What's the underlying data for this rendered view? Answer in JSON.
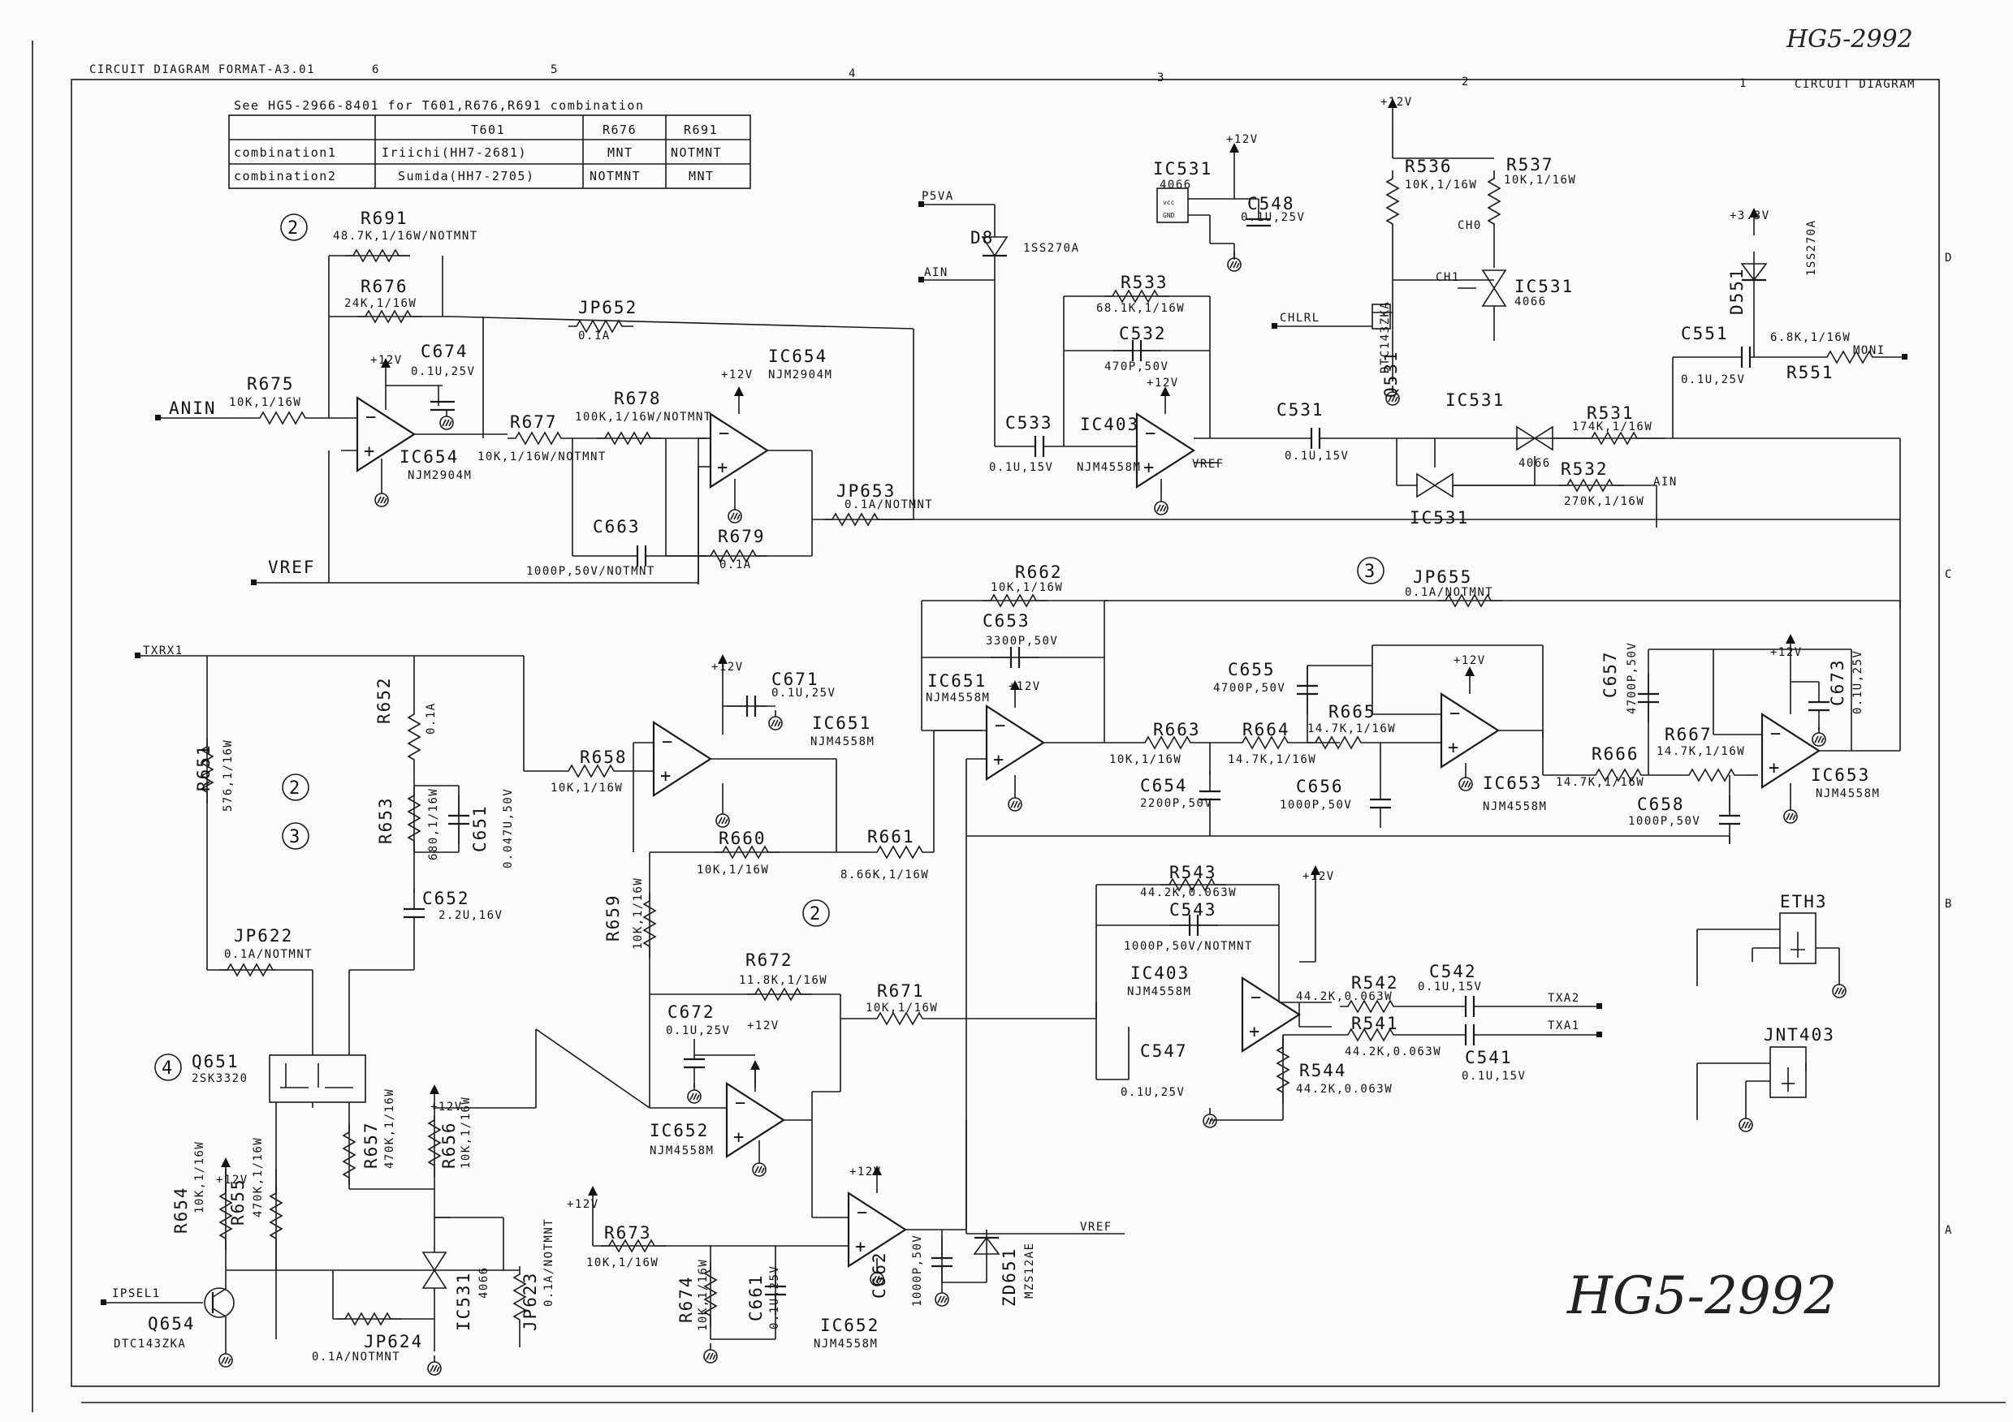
{
  "document": {
    "id_top": "HG5-2992",
    "id_bottom": "HG5-2992",
    "format_label": "CIRCUIT DIAGRAM FORMAT-A3.01",
    "title_right": "CIRCUIT DIAGRAM",
    "col_numbers": [
      "6",
      "5",
      "4",
      "3",
      "2",
      "1"
    ],
    "row_letters": [
      "D",
      "C",
      "B",
      "A"
    ]
  },
  "note": {
    "text": "See HG5-2966-8401 for T601,R676,R691 combination",
    "headers": [
      "",
      "T601",
      "R676",
      "R691"
    ],
    "rows": [
      [
        "combination1",
        "Iriichi(HH7-2681)",
        "MNT",
        "NOTMNT"
      ],
      [
        "combination2",
        "Sumida(HH7-2705)",
        "NOTMNT",
        "MNT"
      ]
    ]
  },
  "sections": [
    "2",
    "2",
    "3",
    "2",
    "3",
    "4"
  ],
  "nets": {
    "anin": "ANIN",
    "vref_left": "VREF",
    "txrx1": "TXRX1",
    "ipsel1": "IPSEL1",
    "p5va": "P5VA",
    "ain_top": "AIN",
    "chlrl": "CHLRL",
    "moni": "MONI",
    "ain_right": "AIN",
    "txa2": "TXA2",
    "txa1": "TXA1",
    "vref_bottom": "VREF",
    "vref_ic403": "VREF",
    "ch0": "CH0",
    "ch1": "CH1"
  },
  "rails": {
    "p12": "+12V",
    "p33": "+3.3V"
  },
  "components": {
    "R691": {
      "ref": "R691",
      "val": "48.7K,1/16W/NOTMNT"
    },
    "R676": {
      "ref": "R676",
      "val": "24K,1/16W"
    },
    "JP652": {
      "ref": "JP652",
      "val": "0.1A"
    },
    "C674": {
      "ref": "C674",
      "val": "0.1U,25V"
    },
    "R675": {
      "ref": "R675",
      "val": "10K,1/16W"
    },
    "IC654a": {
      "ref": "IC654",
      "val": "NJM2904M"
    },
    "IC654b": {
      "ref": "IC654",
      "val": "NJM2904M"
    },
    "R677": {
      "ref": "R677",
      "val": "10K,1/16W/NOTMNT"
    },
    "R678": {
      "ref": "R678",
      "val": "100K,1/16W/NOTMNT"
    },
    "C663": {
      "ref": "C663",
      "val": "1000P,50V/NOTMNT"
    },
    "R679": {
      "ref": "R679",
      "val": "0.1A"
    },
    "JP653": {
      "ref": "JP653",
      "val": "0.1A/NOTMNT"
    },
    "D8": {
      "ref": "D8",
      "val": "1SS270A"
    },
    "C533": {
      "ref": "C533",
      "val": "0.1U,15V"
    },
    "R533": {
      "ref": "R533",
      "val": "68.1K,1/16W"
    },
    "C532": {
      "ref": "C532",
      "val": "470P,50V"
    },
    "IC403a": {
      "ref": "IC403",
      "val": "NJM4558M"
    },
    "C531": {
      "ref": "C531",
      "val": "0.1U,15V"
    },
    "IC531vcc": {
      "ref": "IC531",
      "val": "4066"
    },
    "C548": {
      "ref": "C548",
      "val": "0.1U,25V"
    },
    "R536": {
      "ref": "R536",
      "val": "10K,1/16W"
    },
    "R537": {
      "ref": "R537",
      "val": "10K,1/16W"
    },
    "IC531s1": {
      "ref": "IC531",
      "val": "4066"
    },
    "Q531": {
      "ref": "Q531",
      "val": "DTC143ZKA"
    },
    "IC531s2": {
      "ref": "IC531",
      "val": "4066"
    },
    "IC531s3": {
      "ref": "IC531",
      "val": ""
    },
    "R531": {
      "ref": "R531",
      "val": "174K,1/16W"
    },
    "R532": {
      "ref": "R532",
      "val": "270K,1/16W"
    },
    "D551": {
      "ref": "D551",
      "val": "1SS270A"
    },
    "C551": {
      "ref": "C551",
      "val": "0.1U,25V"
    },
    "R551": {
      "ref": "R551",
      "val": "6.8K,1/16W"
    },
    "R662": {
      "ref": "R662",
      "val": "10K,1/16W"
    },
    "C653": {
      "ref": "C653",
      "val": "3300P,50V"
    },
    "JP655": {
      "ref": "JP655",
      "val": "0.1A/NOTMNT"
    },
    "R651": {
      "ref": "R651",
      "val": "576,1/16W"
    },
    "R652": {
      "ref": "R652",
      "val": "0.1A"
    },
    "R653": {
      "ref": "R653",
      "val": "680,1/16W"
    },
    "C651": {
      "ref": "C651",
      "val": "0.047U,50V"
    },
    "C652": {
      "ref": "C652",
      "val": "2.2U,16V"
    },
    "JP622": {
      "ref": "JP622",
      "val": "0.1A/NOTMNT"
    },
    "Q651": {
      "ref": "Q651",
      "val": "2SK3320"
    },
    "R658": {
      "ref": "R658",
      "val": "10K,1/16W"
    },
    "C671": {
      "ref": "C671",
      "val": "0.1U,25V"
    },
    "IC651a": {
      "ref": "IC651",
      "val": "NJM4558M"
    },
    "R660": {
      "ref": "R660",
      "val": "10K,1/16W"
    },
    "R661": {
      "ref": "R661",
      "val": "8.66K,1/16W"
    },
    "IC651b": {
      "ref": "IC651",
      "val": "NJM4558M"
    },
    "R663": {
      "ref": "R663",
      "val": "10K,1/16W"
    },
    "C654": {
      "ref": "C654",
      "val": "2200P,50V"
    },
    "R664": {
      "ref": "R664",
      "val": "14.7K,1/16W"
    },
    "C655": {
      "ref": "C655",
      "val": "4700P,50V"
    },
    "R665": {
      "ref": "R665",
      "val": "14.7K,1/16W"
    },
    "C656": {
      "ref": "C656",
      "val": "1000P,50V"
    },
    "IC653a": {
      "ref": "IC653",
      "val": "NJM4558M"
    },
    "R666": {
      "ref": "R666",
      "val": "14.7K,1/16W"
    },
    "C657": {
      "ref": "C657",
      "val": "4700P,50V"
    },
    "R667": {
      "ref": "R667",
      "val": "14.7K,1/16W"
    },
    "C658": {
      "ref": "C658",
      "val": "1000P,50V"
    },
    "C673": {
      "ref": "C673",
      "val": "0.1U,25V"
    },
    "IC653b": {
      "ref": "IC653",
      "val": "NJM4558M"
    },
    "R659": {
      "ref": "R659",
      "val": "10K,1/16W"
    },
    "R672": {
      "ref": "R672",
      "val": "11.8K,1/16W"
    },
    "C672": {
      "ref": "C672",
      "val": "0.1U,25V"
    },
    "R671": {
      "ref": "R671",
      "val": "10K,1/16W"
    },
    "IC652a": {
      "ref": "IC652",
      "val": "NJM4558M"
    },
    "R543": {
      "ref": "R543",
      "val": "44.2K,0.063W"
    },
    "C543": {
      "ref": "C543",
      "val": "1000P,50V/NOTMNT"
    },
    "IC403b": {
      "ref": "IC403",
      "val": "NJM4558M"
    },
    "R542": {
      "ref": "R542",
      "val": "44.2K,0.063W"
    },
    "C542": {
      "ref": "C542",
      "val": "0.1U,15V"
    },
    "R541": {
      "ref": "R541",
      "val": "44.2K,0.063W"
    },
    "C541": {
      "ref": "C541",
      "val": "0.1U,15V"
    },
    "C547": {
      "ref": "C547",
      "val": "0.1U,25V"
    },
    "R544": {
      "ref": "R544",
      "val": "44.2K,0.063W"
    },
    "R657": {
      "ref": "R657",
      "val": "470K,1/16W"
    },
    "R656": {
      "ref": "R656",
      "val": "10K,1/16W"
    },
    "R654": {
      "ref": "R654",
      "val": "10K,1/16W"
    },
    "R655": {
      "ref": "R655",
      "val": "470K,1/16W"
    },
    "IC531sw": {
      "ref": "IC531",
      "val": "4066"
    },
    "JP623": {
      "ref": "JP623",
      "val": "0.1A/NOTMNT"
    },
    "JP624": {
      "ref": "JP624",
      "val": "0.1A/NOTMNT"
    },
    "Q654": {
      "ref": "Q654",
      "val": "DTC143ZKA"
    },
    "R673": {
      "ref": "R673",
      "val": "10K,1/16W"
    },
    "R674": {
      "ref": "R674",
      "val": "10K,1/16W"
    },
    "C661": {
      "ref": "C661",
      "val": "0.1U,25V"
    },
    "IC652b": {
      "ref": "IC652",
      "val": "NJM4558M"
    },
    "C662": {
      "ref": "C662",
      "val": "1000P,50V"
    },
    "ZD651": {
      "ref": "ZD651",
      "val": "MZS12AE"
    },
    "ETH3": {
      "ref": "ETH3",
      "val": ""
    },
    "JNT403": {
      "ref": "JNT403",
      "val": ""
    }
  }
}
